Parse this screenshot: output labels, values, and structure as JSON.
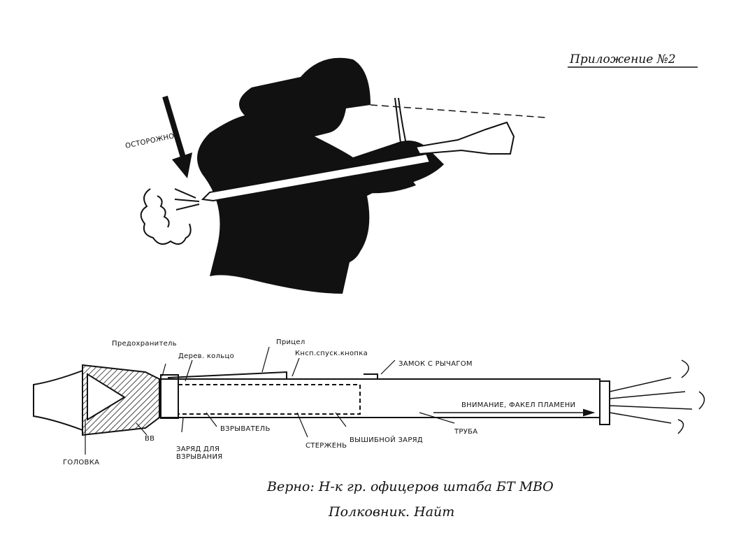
{
  "header": {
    "appendix": "Приложение №2"
  },
  "figure": {
    "warning": "ОСТОРОЖНО"
  },
  "labels": {
    "safety": "Предохранитель",
    "wood_ring": "Дерев. кольцо",
    "sight": "Прицел",
    "trigger_button": "Кнсп.спуск.кнопка",
    "lock": "ЗАМОК С РЫЧАГОМ",
    "flame_warning": "ВНИМАНИЕ, ФАКЕЛ ПЛАМЕНИ",
    "tube": "ТРУБА",
    "propellant": "ВЫШИБНОЙ ЗАРЯД",
    "rod": "СТЕРЖЕНЬ",
    "fuze": "ВЗРЫВАТЕЛЬ",
    "detonator": "ЗАРЯД ДЛЯ",
    "detonator2": "ВЗРЫВАНИЯ",
    "explosive": "ВВ",
    "head": "ГОЛОВКА"
  },
  "signature": {
    "line1": "Верно: Н-к гр. офицеров штаба БТ МВО",
    "line2": "Полковник. Найт"
  }
}
